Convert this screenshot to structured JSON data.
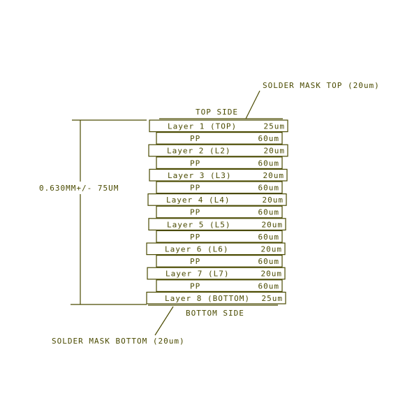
{
  "labels": {
    "solder_mask_top": "SOLDER MASK TOP (20um)",
    "top_side": "TOP SIDE",
    "bottom_side": "BOTTOM SIDE",
    "solder_mask_bottom": "SOLDER MASK BOTTOM (20um)",
    "thickness": "0.630MM+/- 75UM"
  },
  "layers": [
    {
      "name": "Layer 1 (TOP)",
      "thickness": "25um"
    },
    {
      "name": "PP",
      "thickness": "60um"
    },
    {
      "name": "Layer 2 (L2)",
      "thickness": "20um"
    },
    {
      "name": "PP",
      "thickness": "60um"
    },
    {
      "name": "Layer 3 (L3)",
      "thickness": "20um"
    },
    {
      "name": "PP",
      "thickness": "60um"
    },
    {
      "name": "Layer 4 (L4)",
      "thickness": "20um"
    },
    {
      "name": "PP",
      "thickness": "60um"
    },
    {
      "name": "Layer 5 (L5)",
      "thickness": "20um"
    },
    {
      "name": "PP",
      "thickness": "60um"
    },
    {
      "name": "Layer 6 (L6)",
      "thickness": "20um"
    },
    {
      "name": "PP",
      "thickness": "60um"
    },
    {
      "name": "Layer 7 (L7)",
      "thickness": "20um"
    },
    {
      "name": "PP",
      "thickness": "60um"
    },
    {
      "name": "Layer 8 (BOTTOM)",
      "thickness": "25um"
    }
  ],
  "colors": {
    "ink": "#4a4a00",
    "background": "#ffffff"
  }
}
